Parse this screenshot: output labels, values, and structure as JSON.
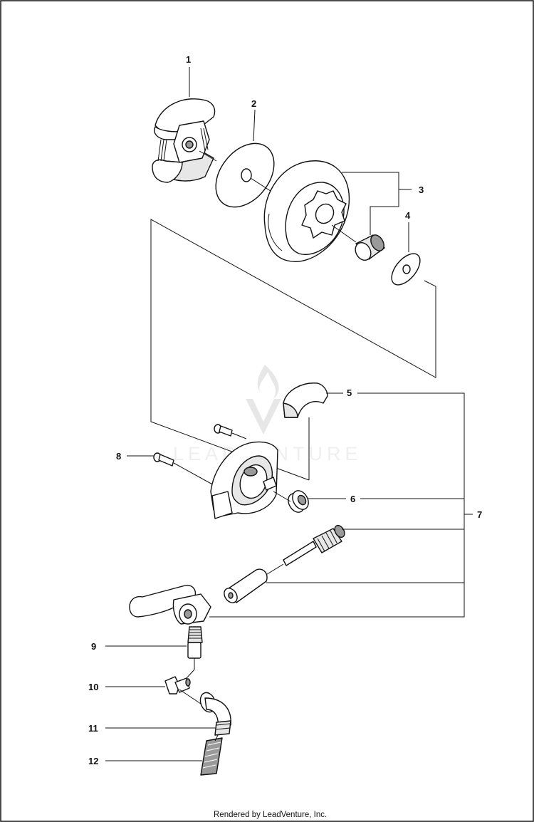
{
  "diagram": {
    "callouts": [
      "1",
      "2",
      "3",
      "4",
      "5",
      "6",
      "7",
      "8",
      "9",
      "10",
      "11",
      "12"
    ],
    "watermark": "LEADVENTURE",
    "footer": "Rendered by LeadVenture, Inc."
  }
}
